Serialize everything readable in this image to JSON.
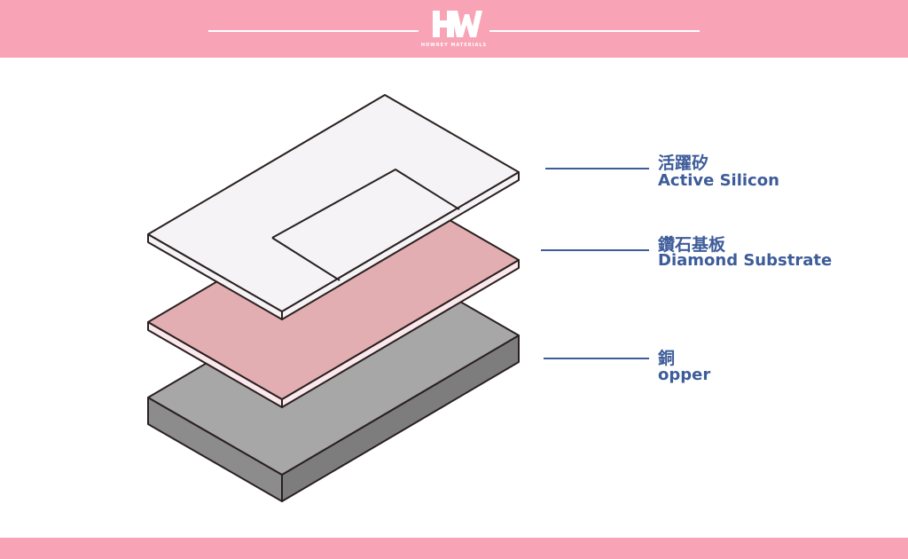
{
  "header": {
    "logo_mark": "HW",
    "logo_tagline": "HOWREY MATERIALS"
  },
  "colors": {
    "header_bg": "#f9a3b7",
    "label_text": "#3d5c99",
    "silicon_top": "#f5f3f5",
    "diamond_top": "#e3aeb1",
    "diamond_edge": "#fbe8ec",
    "copper_top": "#a7a7a7",
    "copper_side": "#8c8c8c"
  },
  "layers": [
    {
      "name_cn": "活躍矽",
      "name_en": "Active Silicon"
    },
    {
      "name_cn": "鑽石基板",
      "name_en": "Diamond Substrate"
    },
    {
      "name_cn": "銅",
      "name_en": "opper"
    }
  ]
}
